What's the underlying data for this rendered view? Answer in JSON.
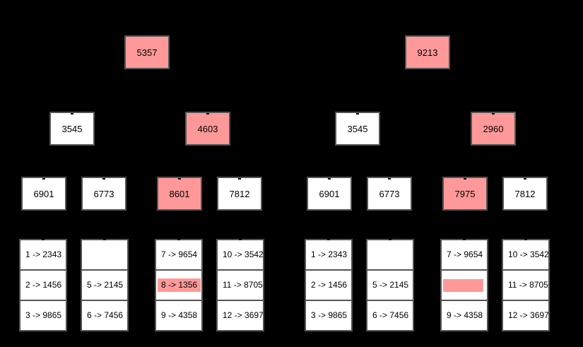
{
  "colors": {
    "background": "#000000",
    "node_fill": "#ffffff",
    "highlight_fill": "#ff9999",
    "node_border": "#545454",
    "text": "#000000"
  },
  "trees": [
    {
      "side": "left",
      "root": {
        "label": "5357",
        "highlight": true
      },
      "internal": [
        {
          "label": "3545",
          "highlight": false
        },
        {
          "label": "4603",
          "highlight": true
        }
      ],
      "leaves": [
        {
          "label": "6901",
          "highlight": false
        },
        {
          "label": "6773",
          "highlight": false
        },
        {
          "label": "8601",
          "highlight": true
        },
        {
          "label": "7812",
          "highlight": false
        }
      ],
      "lists": [
        {
          "rows": [
            {
              "text": "1 -> 2343",
              "highlight": false
            },
            {
              "text": "2 -> 1456",
              "highlight": false
            },
            {
              "text": "3 -> 9865",
              "highlight": false
            }
          ]
        },
        {
          "rows": [
            {
              "text": "",
              "highlight": false
            },
            {
              "text": "5 -> 2145",
              "highlight": false
            },
            {
              "text": "6 -> 7456",
              "highlight": false
            }
          ]
        },
        {
          "rows": [
            {
              "text": "7 -> 9654",
              "highlight": false
            },
            {
              "text": "8 -> 1356",
              "highlight": true
            },
            {
              "text": "9 -> 4358",
              "highlight": false
            }
          ]
        },
        {
          "rows": [
            {
              "text": "10 -> 3542",
              "highlight": false
            },
            {
              "text": "11 -> 8705",
              "highlight": false
            },
            {
              "text": "12 -> 3697",
              "highlight": false
            }
          ]
        }
      ]
    },
    {
      "side": "right",
      "root": {
        "label": "9213",
        "highlight": true
      },
      "internal": [
        {
          "label": "3545",
          "highlight": false
        },
        {
          "label": "2960",
          "highlight": true
        }
      ],
      "leaves": [
        {
          "label": "6901",
          "highlight": false
        },
        {
          "label": "6773",
          "highlight": false
        },
        {
          "label": "7975",
          "highlight": true
        },
        {
          "label": "7812",
          "highlight": false
        }
      ],
      "lists": [
        {
          "rows": [
            {
              "text": "1 -> 2343",
              "highlight": false
            },
            {
              "text": "2 -> 1456",
              "highlight": false
            },
            {
              "text": "3 -> 9865",
              "highlight": false
            }
          ]
        },
        {
          "rows": [
            {
              "text": "",
              "highlight": false
            },
            {
              "text": "5 -> 2145",
              "highlight": false
            },
            {
              "text": "6 -> 7456",
              "highlight": false
            }
          ]
        },
        {
          "rows": [
            {
              "text": "7 -> 9654",
              "highlight": false
            },
            {
              "text": "",
              "highlight": true
            },
            {
              "text": "9 -> 4358",
              "highlight": false
            }
          ]
        },
        {
          "rows": [
            {
              "text": "10 -> 3542",
              "highlight": false
            },
            {
              "text": "11 -> 8705",
              "highlight": false
            },
            {
              "text": "12 -> 3697",
              "highlight": false
            }
          ]
        }
      ]
    }
  ]
}
